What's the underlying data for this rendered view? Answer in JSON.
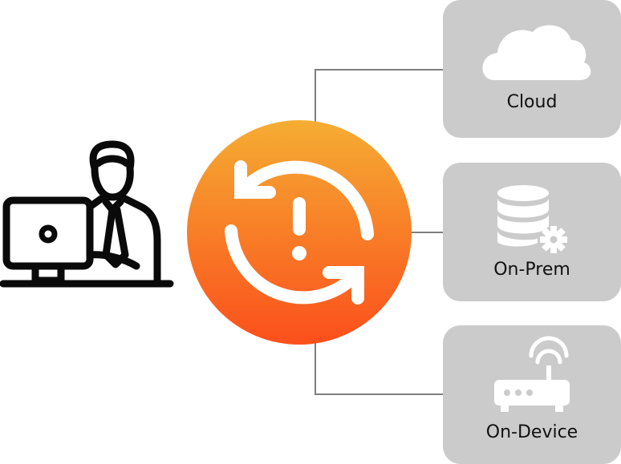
{
  "colors": {
    "card_bg": "#cbcbcb",
    "connector": "#7f7f7f",
    "hub_gradient_top": "#f5ad33",
    "hub_gradient_bottom": "#fb4f1c",
    "icon_dark": "#0a0a0a",
    "icon_light": "#ffffff"
  },
  "user": {
    "icon": "person-at-computer-icon"
  },
  "hub": {
    "icon": "sync-alert-icon"
  },
  "targets": [
    {
      "label": "Cloud",
      "icon": "cloud-icon"
    },
    {
      "label": "On-Prem",
      "icon": "database-gear-icon"
    },
    {
      "label": "On-Device",
      "icon": "router-icon"
    }
  ]
}
